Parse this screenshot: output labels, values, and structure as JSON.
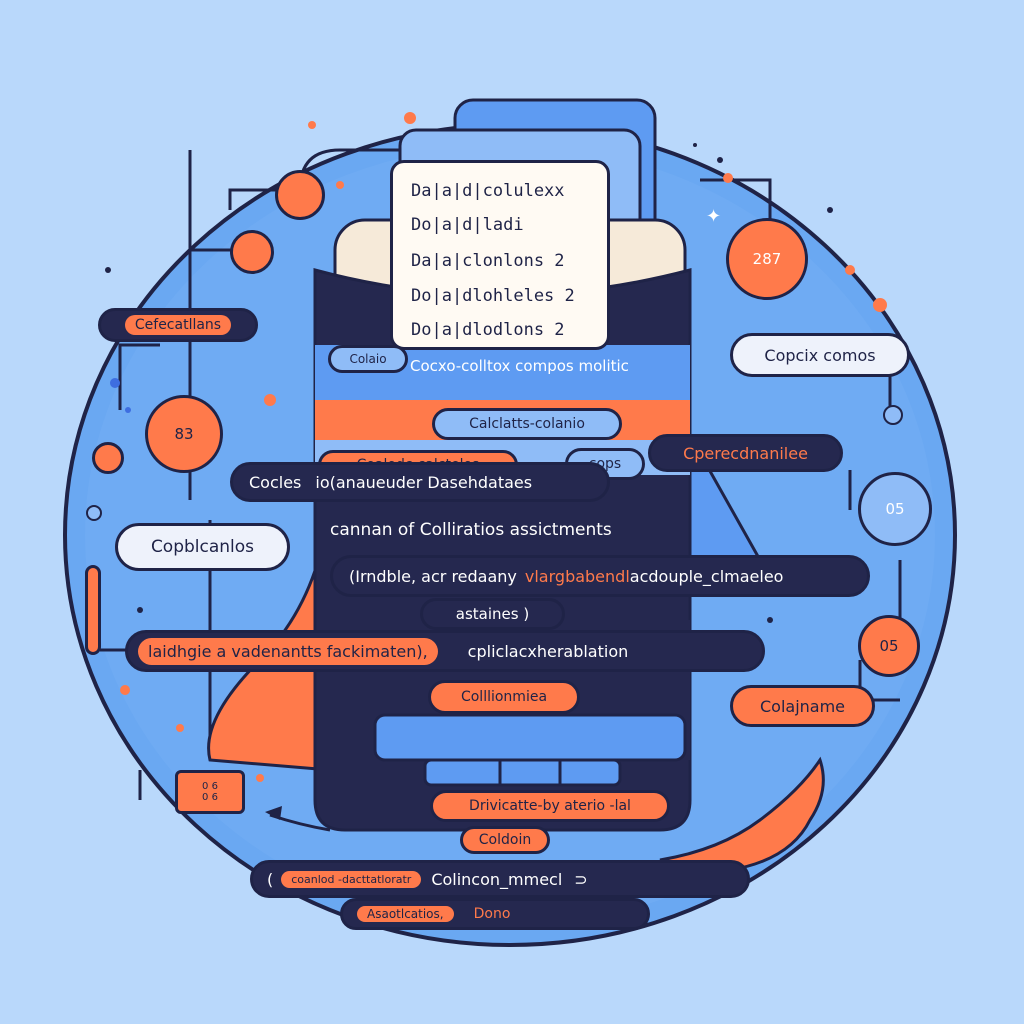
{
  "document": {
    "lines": [
      "Da|a|d|colulexx",
      "Do|a|d|ladi",
      "Da|a|clonlons 2",
      "Do|a|dlohleles 2",
      "Do|a|dlodlons 2"
    ]
  },
  "bands": {
    "blue_top": "Colaio",
    "blue_top_right": "Cocxo-colltox compos molitic",
    "calc_pill": "Calclatts-colanio",
    "orange_band": "Coalodc-calctelos",
    "cops": "cops"
  },
  "labels": {
    "left_top": "Cefecatllans",
    "right_top": "Copcix comos",
    "left_mid": "Copblcanlos",
    "right_mid": "Cperecdnanilee",
    "coll_name": "Colajname",
    "colliionmiea": "Colllionmiea",
    "drivicatte": "Drivicatte-by aterio  -lal",
    "coldoin": "Coldoin",
    "colincon": "Colincon_mmecl",
    "colincon_prefix": "(",
    "colincon_suffix": "⊃",
    "orange_inner_bottom": "coanlod  -dacttatloratr",
    "asanitra": "Asaotlcatios,",
    "dono": "Dono"
  },
  "code": {
    "line1_prefix": "Cocles",
    "line1_rest": "io(anaueuder Dasehdataes",
    "line2": "cannan of Colliratios assictments",
    "line3_left": "(Irndble, acr redaany",
    "line3_orange": "vlargbabendl",
    "line3_rest": "acdouple_clmaeleo",
    "line4": "astaines )",
    "line5_orange": "laidhgie a vadenantts fackimaten),",
    "line5_rest": "cpliclacxherablation"
  },
  "nodes": {
    "n287": "287",
    "n83": "83",
    "n05a": "05",
    "n05b": "05"
  },
  "mini_grid": {
    "top": "0  6",
    "bottom": "0  6"
  },
  "colors": {
    "background": "#b9d8fb",
    "circle": "#6aa8f2",
    "navy": "#1f2347",
    "orange": "#ff7a4b",
    "blue": "#5e9bf2"
  }
}
